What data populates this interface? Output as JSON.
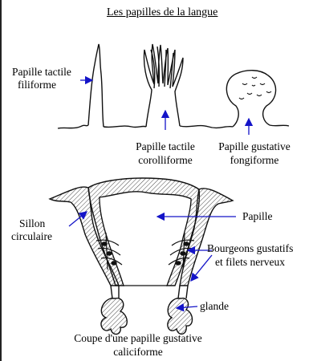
{
  "title": "Les papilles de la langue",
  "labels": {
    "filiforme_l1": "Papille tactile",
    "filiforme_l2": "filiforme",
    "corolliforme_l1": "Papille tactile",
    "corolliforme_l2": "corolliforme",
    "fongiforme_l1": "Papille gustative",
    "fongiforme_l2": "fongiforme",
    "sillon_l1": "Sillon",
    "sillon_l2": "circulaire",
    "papille": "Papille",
    "bourgeons_l1": "Bourgeons gustatifs",
    "bourgeons_l2": "et filets nerveux",
    "glande": "glande",
    "caption_l1": "Coupe d'une papille gustative",
    "caption_l2": "caliciforme"
  },
  "colors": {
    "arrow": "#1414c8",
    "ink": "#111111"
  }
}
